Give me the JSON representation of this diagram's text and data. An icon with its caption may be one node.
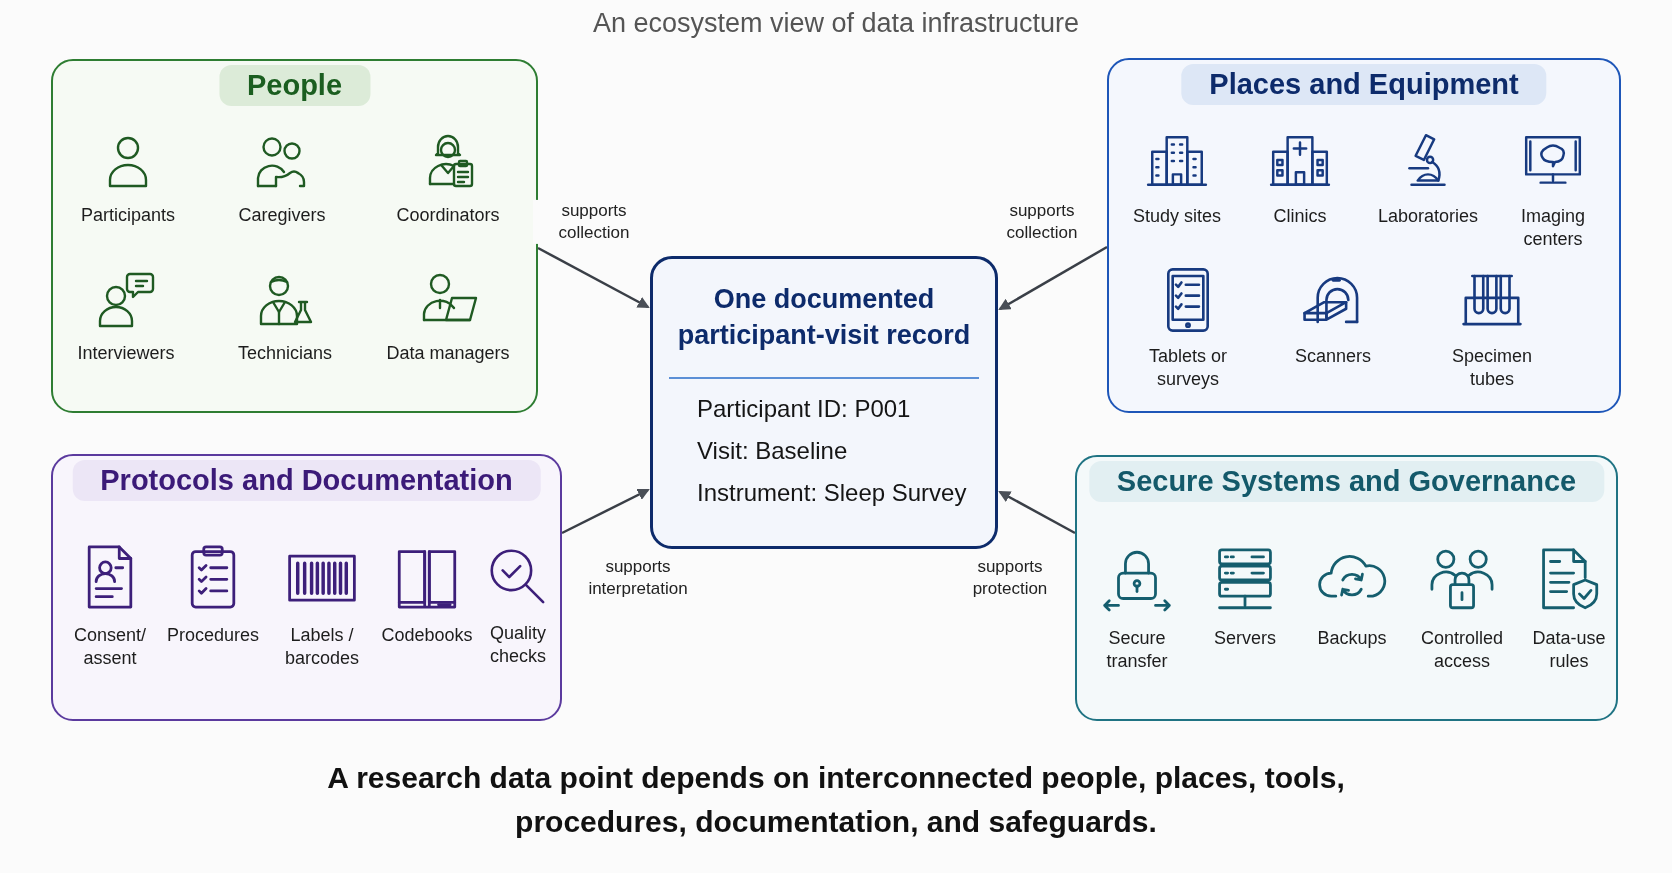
{
  "diagram": {
    "title": "An ecosystem view of data infrastructure",
    "caption": "A research data point depends on interconnected people, places, tools, procedures, documentation, and safeguards.",
    "nodes": [
      {
        "text": [
          "People"
        ]
      },
      {
        "text": [
          "Places and Equipment"
        ]
      },
      {
        "text": [
          "One documented participant-visit record",
          "Participant ID: P001",
          "Visit: Baseline",
          "Instrument: Sleep Survey"
        ]
      },
      {
        "text": [
          "Protocols and Documentation"
        ]
      },
      {
        "text": [
          "Secure Systems and Governance"
        ]
      }
    ],
    "edges": [
      {
        "from": 0,
        "to": 2,
        "arrow": "to",
        "label": "supports collection"
      },
      {
        "from": 1,
        "to": 2,
        "arrow": "to",
        "label": "supports collection"
      },
      {
        "from": 3,
        "to": 2,
        "arrow": "to",
        "label": "supports interpretation"
      },
      {
        "from": 4,
        "to": 2,
        "arrow": "to",
        "label": "supports protection"
      }
    ],
    "labels": [
      "Participants",
      "Caregivers",
      "Coordinators",
      "Interviewers",
      "Technicians",
      "Data managers",
      "Study sites",
      "Clinics",
      "Laboratories",
      "Imaging centers",
      "Tablets or surveys",
      "Scanners",
      "Specimen tubes",
      "Consent/ assent",
      "Procedures",
      "Labels / barcodes",
      "Codebooks",
      "Quality checks",
      "Secure transfer",
      "Servers",
      "Backups",
      "Controlled access",
      "Data-use rules"
    ]
  }
}
